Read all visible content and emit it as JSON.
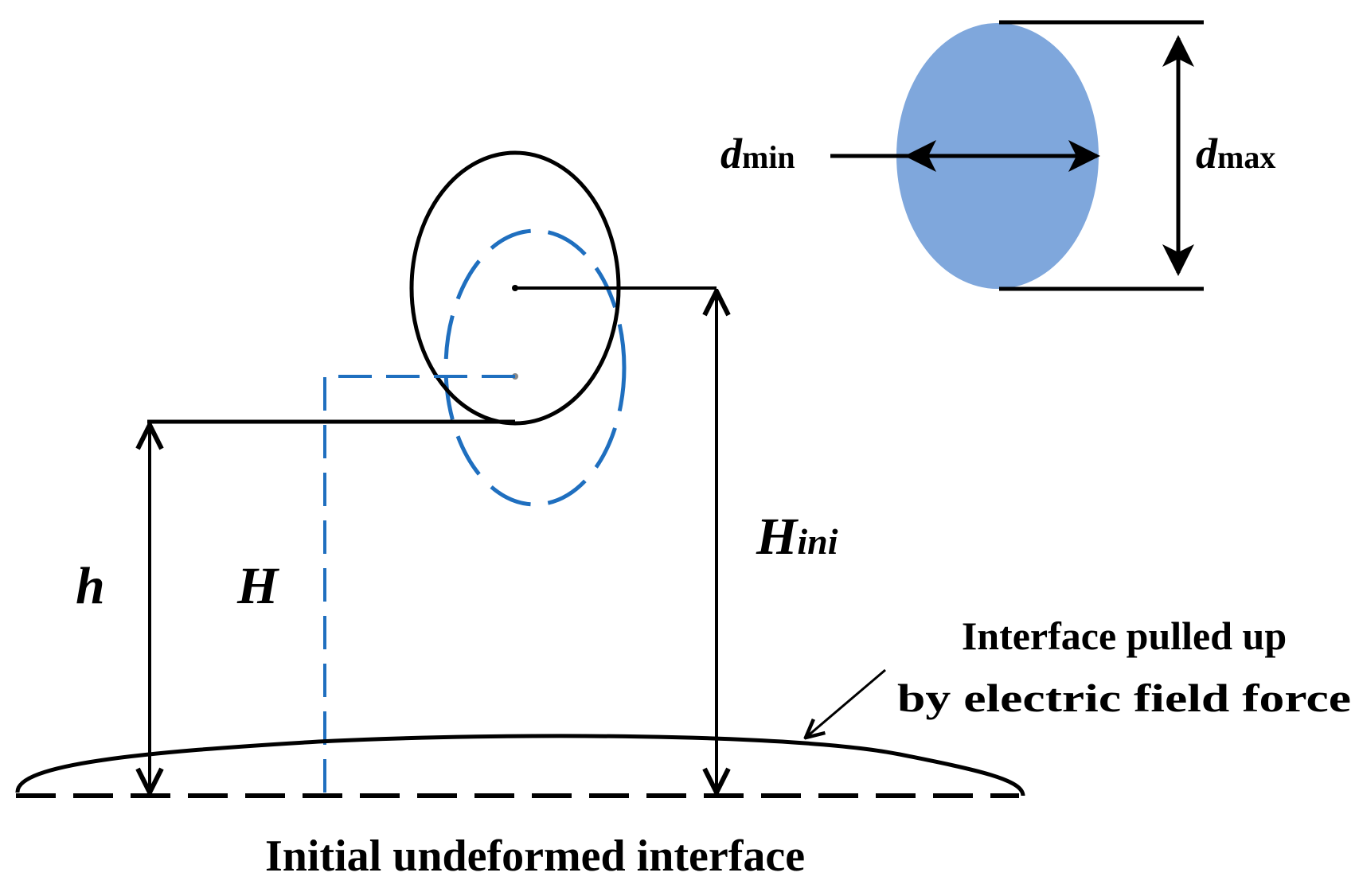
{
  "colors": {
    "ink": "#000000",
    "deformed_droplet_stroke": "#1f6fbf",
    "droplet_fill": "#7fa7dc"
  },
  "labels": {
    "d_min": {
      "main": "d",
      "sub": "min"
    },
    "d_max": {
      "main": "d",
      "sub": "max"
    },
    "h": "h",
    "H": "H",
    "H_ini": {
      "main": "H",
      "sub": "ini"
    },
    "interface_pulled_line1": "Interface pulled up",
    "interface_pulled_line2": "by electric field force",
    "initial_interface": "Initial undeformed interface"
  }
}
